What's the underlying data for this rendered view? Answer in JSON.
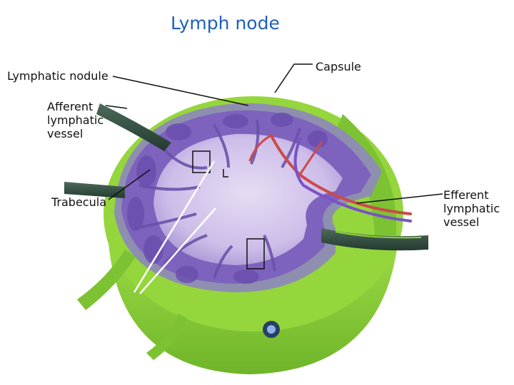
{
  "title": "Lymph node",
  "labels": {
    "lymphatic_nodule": "Lymphatic nodule",
    "capsule": "Capsule",
    "afferent_vessel": "Afferent\nlymphatic\nvessel",
    "trabecula": "Trabecula",
    "efferent_vessel": "Efferent\nlymphatic\nvessel"
  },
  "colors": {
    "capsule_green": "#8fd43a",
    "cortex_purple": "#8a6fc4",
    "medulla_lilac": "#d9d0ee",
    "capsule_grey": "#9a9ab5",
    "title_blue": "#1f5fbf"
  }
}
